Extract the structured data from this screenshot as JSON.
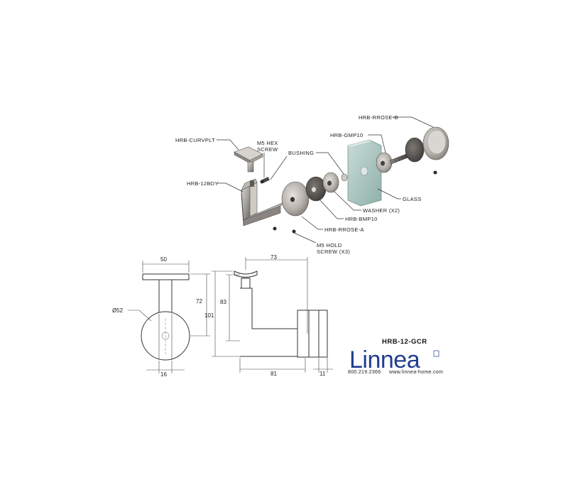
{
  "callouts": {
    "curvplt": "HRB-CURVPLT",
    "hex_screw_1": "M5 HEX",
    "hex_screw_2": "SCREW",
    "bushing": "BUSHING",
    "rrose_b": "HRB-RROSE-B",
    "gmp10": "HRB-GMP10",
    "body": "HRB-12BDY",
    "glass": "GLASS",
    "washer": "WASHER (X2)",
    "bmp10": "HRB-BMP10",
    "rrose_a": "HRB-RROSE-A",
    "hold_screw_1": "M5 HOLD",
    "hold_screw_2": "SCREW (X3)"
  },
  "dimensions": {
    "width_50": "50",
    "dia_52": "Ø52",
    "height_72": "72",
    "width_16": "16",
    "reach_73": "73",
    "height_83": "83",
    "height_101": "101",
    "length_81": "81",
    "thick_11": "11"
  },
  "brand": {
    "part_number": "HRB-12-GCR",
    "logo_text": "Linnea",
    "phone": "800.219.2366",
    "website": "www.linnea-home.com",
    "logo_color": "#1f3f8f"
  }
}
